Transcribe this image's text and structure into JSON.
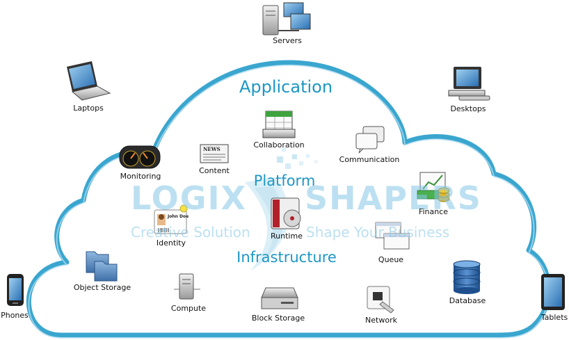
{
  "devices": {
    "servers": "Servers",
    "laptops": "Laptops",
    "desktops": "Desktops",
    "phones": "Phones",
    "tablets": "Tablets"
  },
  "layers": {
    "application": "Application",
    "platform": "Platform",
    "infrastructure": "Infrastructure"
  },
  "services": {
    "collaboration": "Collaboration",
    "monitoring": "Monitoring",
    "content": "Content",
    "communication": "Communication",
    "finance": "Finance",
    "identity": "Identity",
    "runtime": "Runtime",
    "queue": "Queue",
    "object_storage": "Object Storage",
    "compute": "Compute",
    "block_storage": "Block Storage",
    "network": "Network",
    "database": "Database"
  },
  "watermark": {
    "brand_left": "LOGIX",
    "brand_right": "SHAPERS",
    "tagline_left": "Creative Solution",
    "tagline_right": "Shape Your Business"
  },
  "badge_name": "John Doe",
  "news_label": "NEWS",
  "colors": {
    "cloud_stroke": "#3aa6cf",
    "layer_text": "#1d97c5"
  }
}
